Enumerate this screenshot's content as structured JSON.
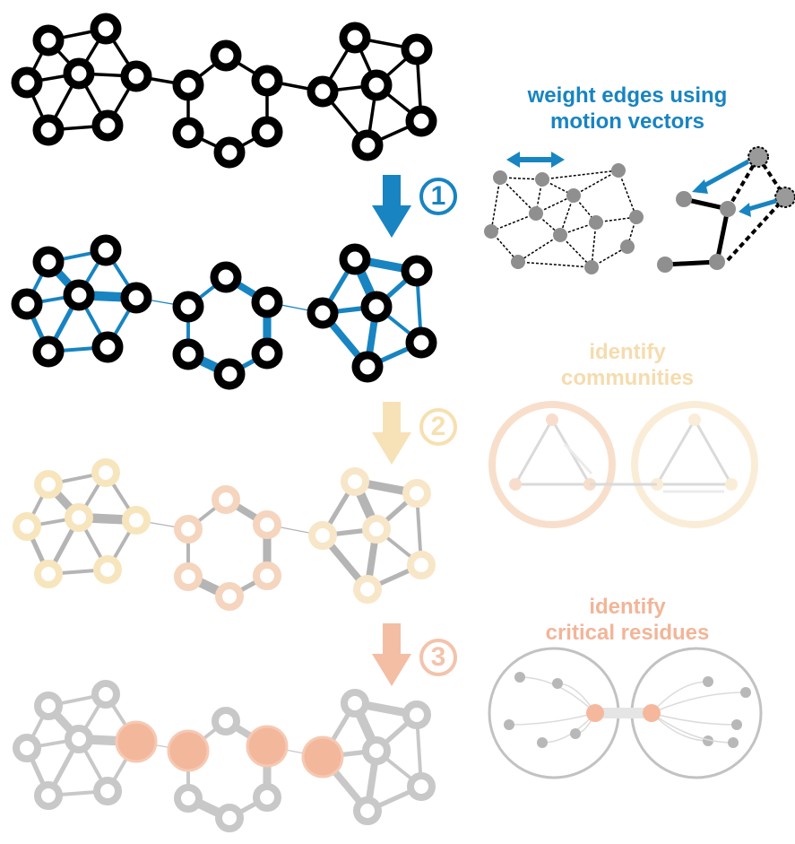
{
  "steps": [
    {
      "number": "1",
      "label_line1": "weight edges using",
      "label_line2": "motion vectors",
      "color": "#1884c1"
    },
    {
      "number": "2",
      "label_line1": "identify",
      "label_line2": "communities",
      "color": "#f7e0b0"
    },
    {
      "number": "3",
      "label_line1": "identify",
      "label_line2": "critical residues",
      "color": "#f3c3ab"
    }
  ],
  "colors": {
    "black": "#000000",
    "blue": "#1884c1",
    "pale_yellow": "#f7e6bd",
    "pale_peach": "#f5d5be",
    "gray_edge": "#b5b5b5",
    "light_gray": "#c8c8c8",
    "mid_gray": "#8f8f8f",
    "salmon": "#f3b79c"
  }
}
